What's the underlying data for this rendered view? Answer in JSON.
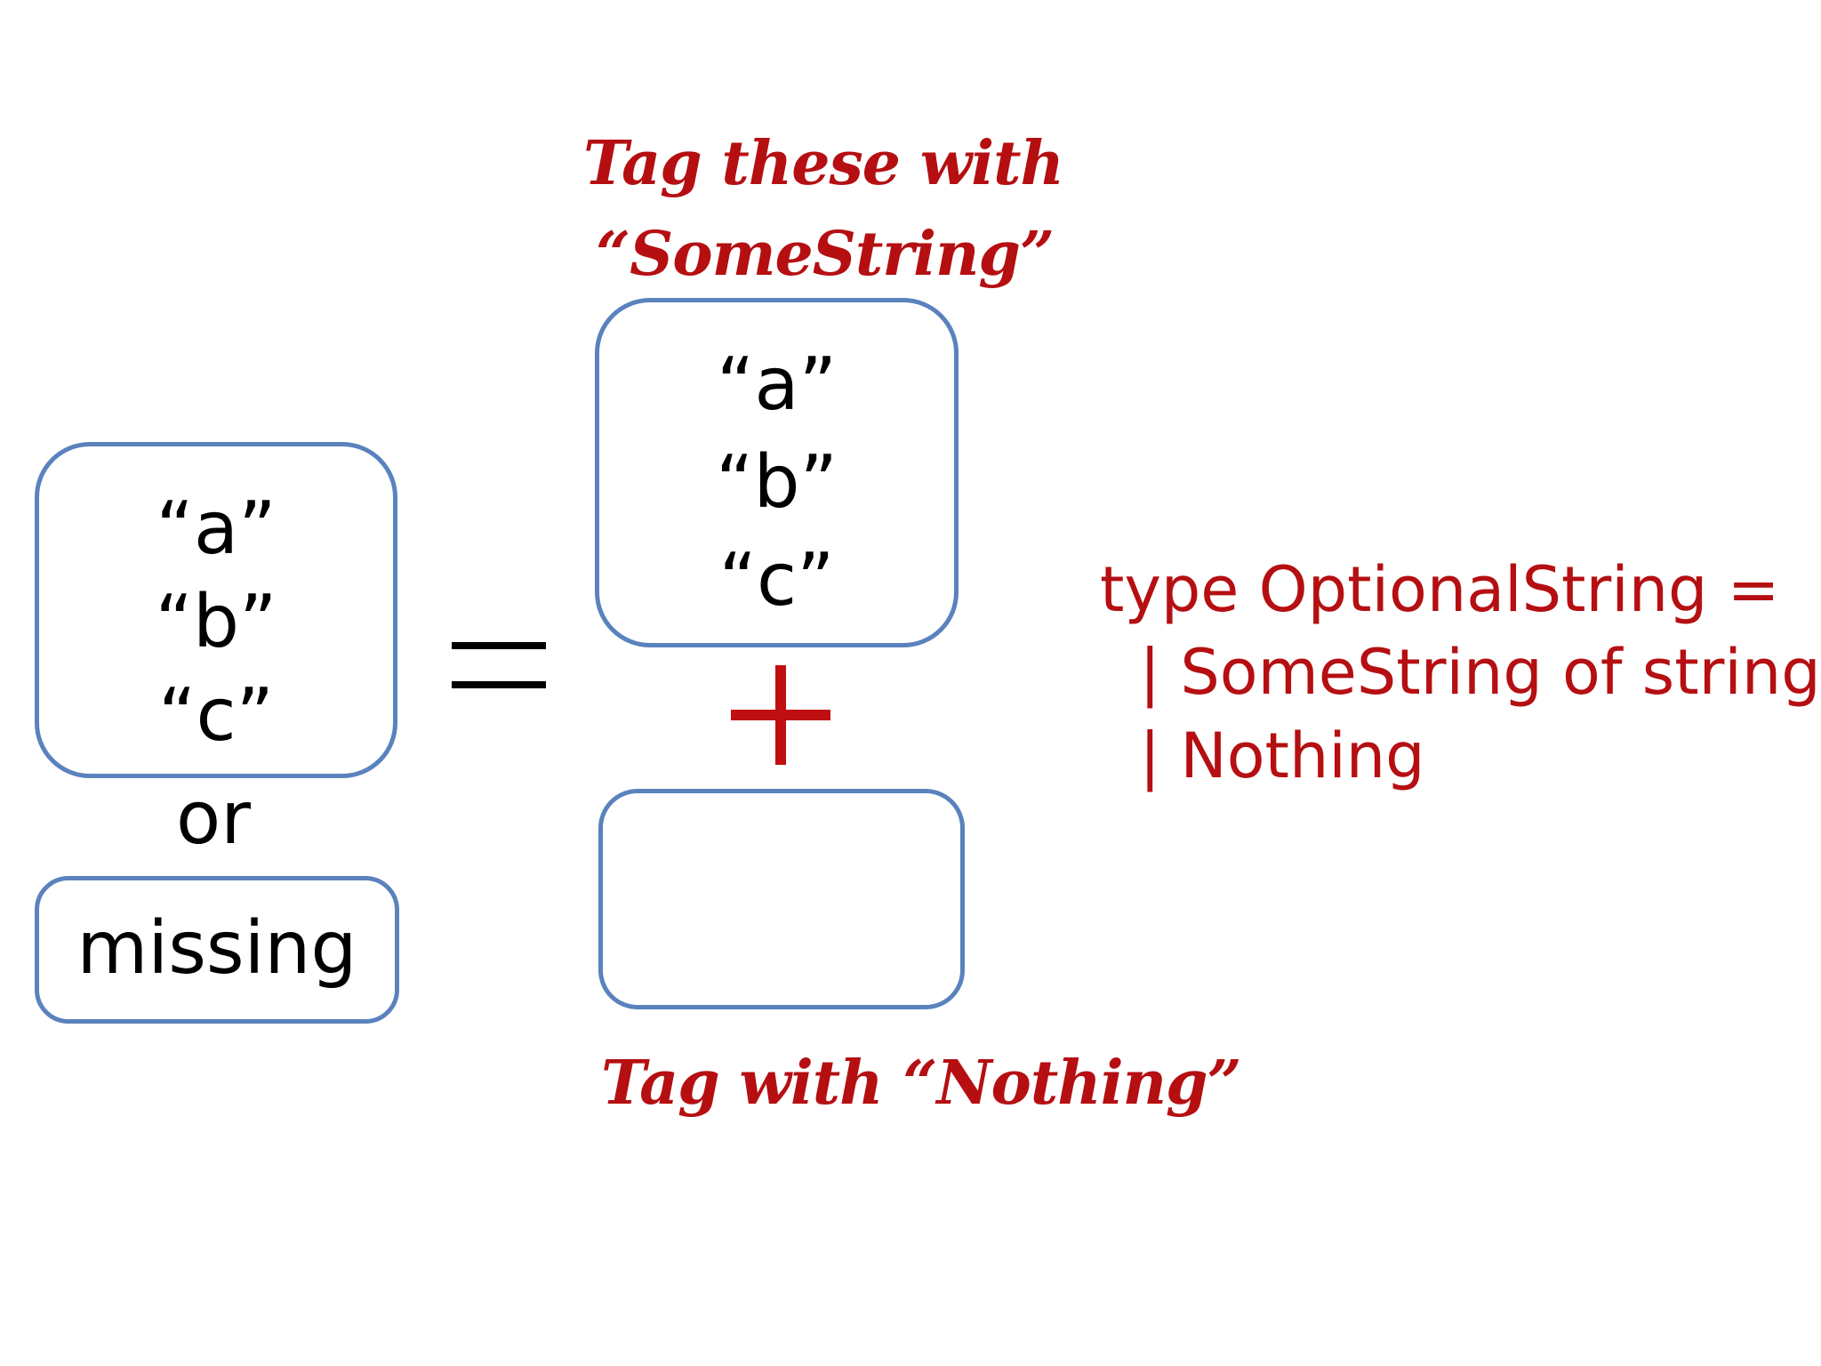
{
  "left": {
    "values": [
      "“a”",
      "“b”",
      "“c”"
    ],
    "or_label": "or",
    "missing_label": "missing"
  },
  "top_box": {
    "values": [
      "“a”",
      "“b”",
      "“c”"
    ],
    "annotation_line1": "Tag these with",
    "annotation_line2": "“SomeString”"
  },
  "bottom_box": {
    "annotation": "Tag with “Nothing”"
  },
  "code": {
    "line1": "type OptionalString =",
    "line2": "  | SomeString of string",
    "line3": "  | Nothing"
  },
  "colors": {
    "box_border": "#5a82bd",
    "accent_red": "#b50f12",
    "text": "#000000"
  }
}
